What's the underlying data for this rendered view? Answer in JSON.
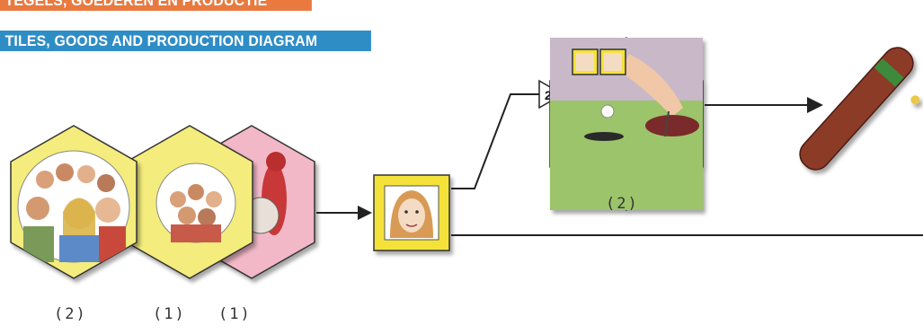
{
  "header": {
    "title_nl": "TEGELS, GOEDEREN EN PRODUCTIE",
    "title_en": "TILES, GOODS AND PRODUCTION DIAGRAM"
  },
  "tiles": [
    {
      "name": "crowd-tile",
      "count_label": "(2)"
    },
    {
      "name": "small-crowd-tile",
      "count_label": "(1)"
    },
    {
      "name": "pink-figure-tile",
      "count_label": "(1)"
    }
  ],
  "production": {
    "golf_tile_count_label": "(2)",
    "cost_badge": "2"
  },
  "colors": {
    "banner_nl": "#e9793f",
    "banner_en": "#2f8dc6",
    "tile_yellow": "#f4ec7c",
    "tile_pink": "#f2b8c8",
    "cigar": "#8b3b26"
  }
}
